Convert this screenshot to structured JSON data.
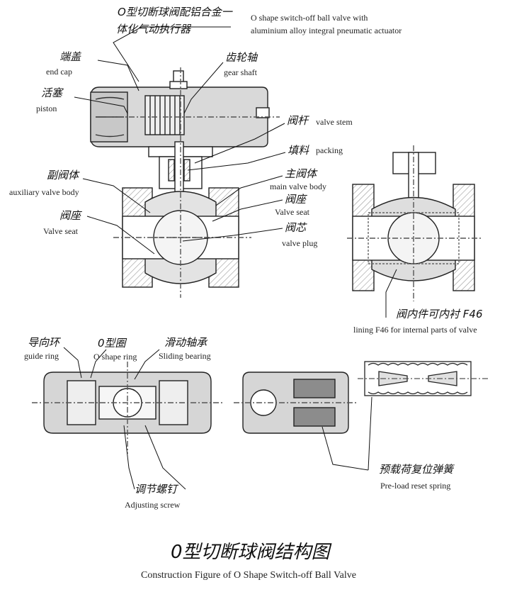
{
  "top_title": {
    "zh_line1": "O型切断球阀配铝合金一",
    "zh_line2": "体化气动执行器",
    "en_line1": "O shape switch-off ball valve with",
    "en_line2": "aluminium alloy integral pneumatic actuator"
  },
  "labels": {
    "end_cap": {
      "zh": "端盖",
      "en": "end cap"
    },
    "piston": {
      "zh": "活塞",
      "en": "piston"
    },
    "gear_shaft": {
      "zh": "齿轮轴",
      "en": "gear shaft"
    },
    "valve_stem": {
      "zh": "阀杆",
      "en": "valve stem"
    },
    "packing": {
      "zh": "填料",
      "en": "packing"
    },
    "auxiliary_valve_body": {
      "zh": "副阀体",
      "en": "auxiliary valve body"
    },
    "main_valve_body": {
      "zh": "主阀体",
      "en": "main valve body"
    },
    "valve_seat_right": {
      "zh": "阀座",
      "en": "Valve seat"
    },
    "valve_seat_left": {
      "zh": "阀座",
      "en": "Valve seat"
    },
    "valve_plug": {
      "zh": "阀芯",
      "en": "valve plug"
    },
    "lining": {
      "zh": "阀内件可内衬 F46",
      "en": "lining F46 for internal parts of valve"
    },
    "guide_ring": {
      "zh": "导向环",
      "en": "guide ring"
    },
    "o_ring": {
      "zh": "0型圈",
      "en": "O shape ring"
    },
    "sliding_bearing": {
      "zh": "滑动轴承",
      "en": "Sliding bearing"
    },
    "adjusting_screw": {
      "zh": "调节螺钉",
      "en": "Adjusting screw"
    },
    "spring": {
      "zh": "预载荷复位弹簧",
      "en": "Pre-load reset spring"
    }
  },
  "figure_title": {
    "zh": "0型切断球阀结构图",
    "en": "Construction Figure of O Shape Switch-off Ball Valve"
  }
}
